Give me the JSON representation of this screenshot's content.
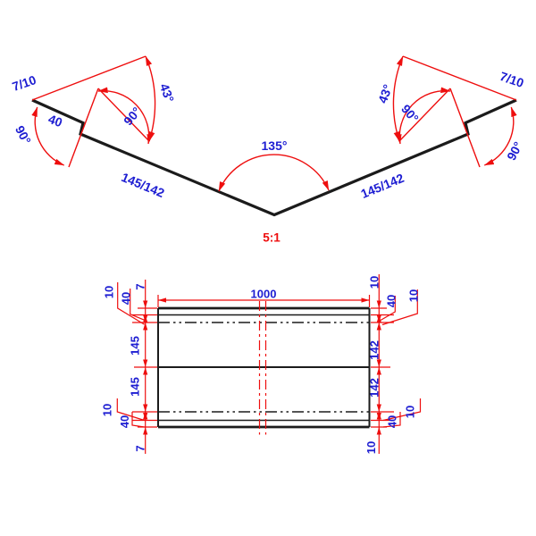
{
  "colors": {
    "outline": "#1b1b1b",
    "dimension_red": "#ee0e0e",
    "label_blue": "#1d1dd2",
    "background": "#ffffff"
  },
  "profile_view": {
    "scale_label": "5:1",
    "labels": {
      "hem_left": "7/10",
      "hem_right": "7/10",
      "hem_angle_left": "43°",
      "hem_angle_right": "43°",
      "outer_angle_left": "90°",
      "outer_angle_right": "90°",
      "inner_angle_left": "90°",
      "inner_angle_right": "90°",
      "edge_width": "40",
      "panel_left": "145/142",
      "panel_right": "145/142",
      "opening_angle": "135°"
    }
  },
  "plan_view": {
    "length_label": "1000",
    "top_left": [
      "10",
      "40",
      "7"
    ],
    "top_right": [
      "10",
      "40",
      "10"
    ],
    "left_widths": [
      "145",
      "145"
    ],
    "right_widths": [
      "142",
      "142"
    ],
    "bottom_left": [
      "10",
      "40",
      "7"
    ],
    "bottom_right": [
      "10",
      "40",
      "10"
    ]
  }
}
